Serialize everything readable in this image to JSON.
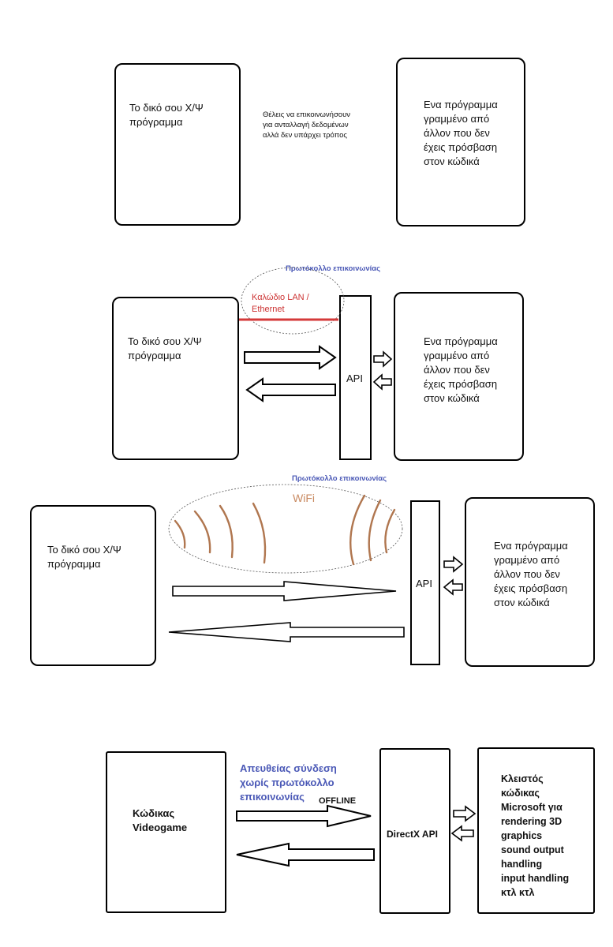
{
  "panel1": {
    "left_box_lines": [
      "Το δικό σου Χ/Ψ",
      "πρόγραμμα"
    ],
    "middle_note_lines": [
      "Θέλεις να επικοινωνήσουν",
      "για ανταλλαγή δεδομένων",
      "αλλά δεν υπάρχει τρόπος"
    ],
    "right_box_lines": [
      "Ενα πρόγραμμα",
      "γραμμένο από",
      "άλλον που δεν",
      "έχεις πρόσβαση",
      "στον κώδικά"
    ]
  },
  "panel2": {
    "protocol_label": "Πρωτόκολλο επικοινωνίας",
    "cable_label_lines": [
      "Καλώδιο LAN /",
      "Ethernet"
    ],
    "left_box_lines": [
      "Το δικό σου Χ/Ψ",
      "πρόγραμμα"
    ],
    "api_label": "API",
    "right_box_lines": [
      "Ενα πρόγραμμα",
      "γραμμένο από",
      "άλλον που δεν",
      "έχεις πρόσβαση",
      "στον κώδικά"
    ]
  },
  "panel3": {
    "protocol_label": "Πρωτόκολλο επικοινωνίας",
    "wifi_label": "WiFi",
    "left_box_lines": [
      "Το δικό σου Χ/Ψ",
      "πρόγραμμα"
    ],
    "api_label": "API",
    "right_box_lines": [
      "Ενα πρόγραμμα",
      "γραμμένο από",
      "άλλον που δεν",
      "έχεις πρόσβαση",
      "στον κώδικά"
    ]
  },
  "panel4": {
    "connection_label_lines": [
      "Απευθείας σύνδεση",
      "χωρίς πρωτόκολλο",
      "επικοινωνίας"
    ],
    "offline_label": "OFFLINE",
    "left_box_lines": [
      "Κώδικας",
      "Videogame"
    ],
    "api_label": "DirectX API",
    "right_box_lines": [
      "Κλειστός",
      "κώδικας",
      "Microsoft για",
      "rendering 3D",
      "graphics",
      "sound output",
      "handling",
      "input handling",
      "κτλ κτλ"
    ]
  },
  "colors": {
    "protocol_blue": "#4a58b6",
    "cable_red": "#d43a3a",
    "wifi_brown": "#b0764f"
  }
}
